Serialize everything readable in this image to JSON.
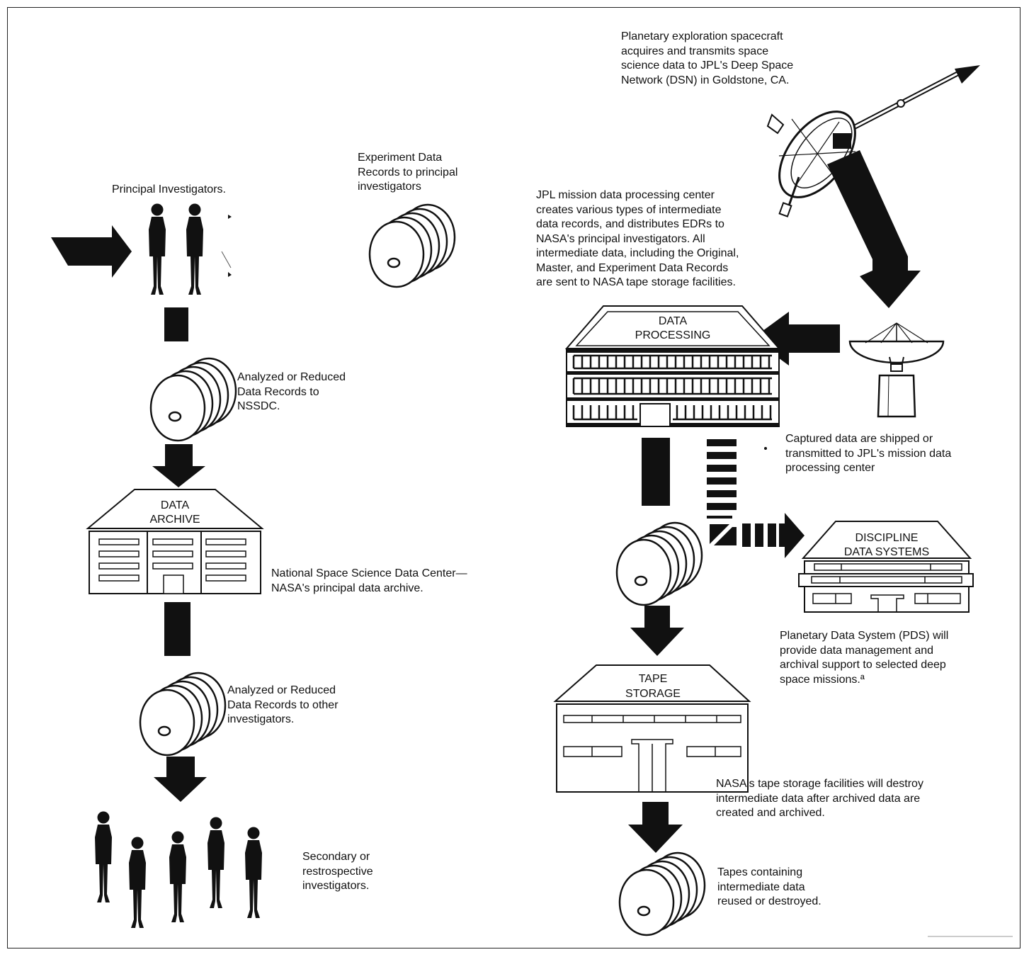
{
  "captions": {
    "spacecraft": "Planetary exploration spacecraft\nacquires and transmits space\nscience data to JPL's Deep Space\nNetwork (DSN) in Goldstone, CA.",
    "edr": "Experiment Data\nRecords to principal\ninvestigators",
    "pi": "Principal Investigators.",
    "jpl": "JPL mission data processing center\ncreates various types of intermediate\ndata records, and distributes EDRs to\nNASA's principal investigators. All\nintermediate data, including the Original,\nMaster, and Experiment Data Records\nare sent to NASA tape storage facilities.",
    "reduced_nssdc": "Analyzed or Reduced\nData Records to\nNSSDC.",
    "captured": "Captured data are shipped or\ntransmitted to JPL's mission data\nprocessing center",
    "nssdc": "National Space Science Data Center—\nNASA's principal data archive.",
    "pds": "Planetary Data System (PDS) will\nprovide data management and\narchival support to selected deep\nspace missions.ª",
    "reduced_other": "Analyzed or Reduced\nData Records to other\ninvestigators.",
    "destroy": "NASA's tape storage facilities will destroy\nintermediate data after archived data are\ncreated and archived.",
    "secondary": "Secondary or\nrestrospective\ninvestigators.",
    "tapes": "Tapes containing\nintermediate data\nreused or destroyed."
  },
  "buildings": {
    "data_processing": [
      "DATA",
      "PROCESSING"
    ],
    "data_archive": [
      "DATA",
      "ARCHIVE"
    ],
    "discipline": [
      "DISCIPLINE",
      "DATA SYSTEMS"
    ],
    "tape_storage": [
      "TAPE",
      "STORAGE"
    ]
  }
}
